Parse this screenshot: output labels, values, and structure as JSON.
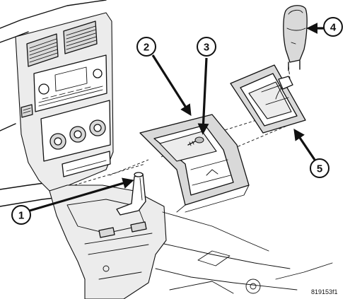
{
  "callouts": [
    {
      "id": "1",
      "label": "1"
    },
    {
      "id": "2",
      "label": "2"
    },
    {
      "id": "3",
      "label": "3"
    },
    {
      "id": "4",
      "label": "4"
    },
    {
      "id": "5",
      "label": "5"
    }
  ],
  "figure_id": "819153f1"
}
